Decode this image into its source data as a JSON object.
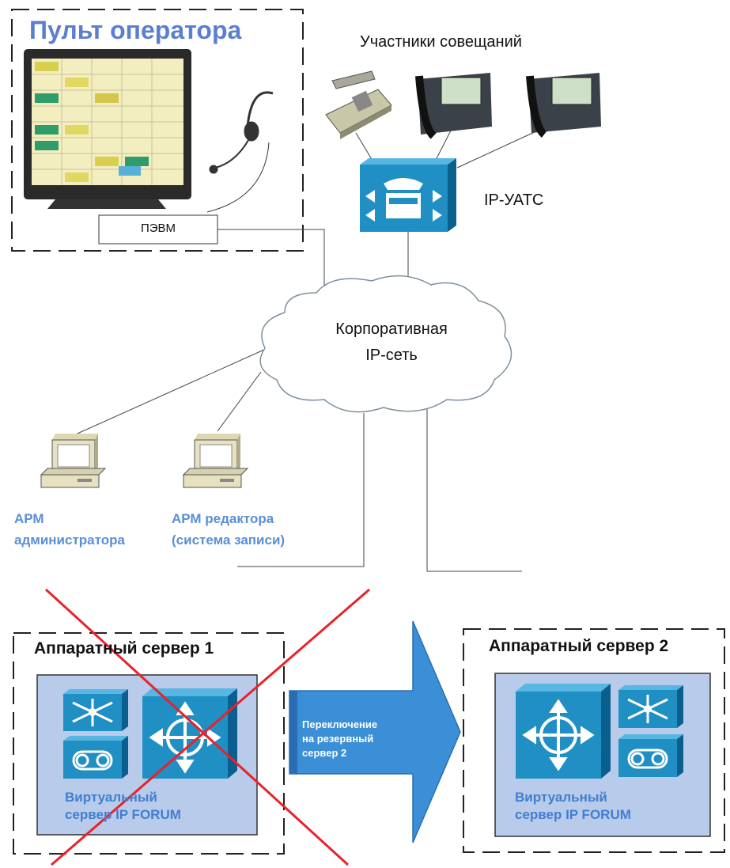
{
  "operator_console": {
    "title": "Пульт оператора",
    "pc_label": "ПЭВМ"
  },
  "participants": {
    "title": "Участники совещаний"
  },
  "pbx": {
    "label": "IP-УАТС"
  },
  "network": {
    "line1": "Корпоративная",
    "line2": "IP-сеть"
  },
  "workstations": [
    {
      "line1": "АРМ",
      "line2": "администратора"
    },
    {
      "line1": "АРМ редактора",
      "line2": "(система записи)"
    }
  ],
  "server1": {
    "title": "Аппаратный сервер 1",
    "vs_line1": "Виртуальный",
    "vs_line2": "сервер IP FORUM",
    "status": "failed"
  },
  "server2": {
    "title": "Аппаратный сервер 2",
    "vs_line1": "Виртуальный",
    "vs_line2": "сервер IP FORUM"
  },
  "failover": {
    "line1": "Переключение",
    "line2": "на резервный",
    "line3": "сервер 2"
  },
  "colors": {
    "device_blue": "#1f8fc4",
    "server_fill": "#b9cbea",
    "cross_red": "#e8222a",
    "arrow_blue": "#3b8fd6",
    "label_blue": "#5b7fd0"
  }
}
